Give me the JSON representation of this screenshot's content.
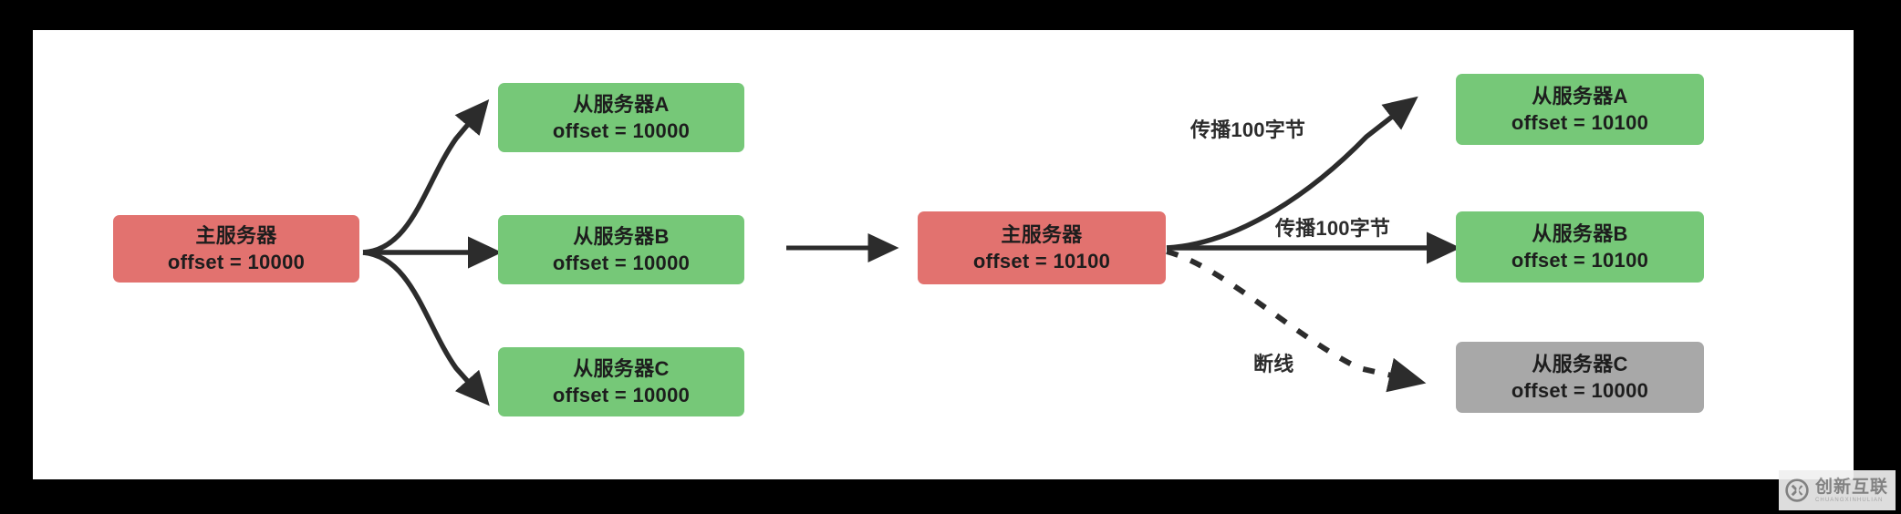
{
  "diagram": {
    "type": "replication-offset-propagation",
    "colors": {
      "master": "#e2726f",
      "replica_synced": "#76c878",
      "replica_stale": "#a8a8a8",
      "edge": "#2c2c2c",
      "canvas": "#ffffff",
      "frame": "#000000",
      "text": "#1d1d1d"
    },
    "left_stage": {
      "master": {
        "title": "主服务器",
        "offset": "offset = 10000"
      },
      "replicas": [
        {
          "title": "从服务器A",
          "offset": "offset = 10000",
          "state": "synced"
        },
        {
          "title": "从服务器B",
          "offset": "offset = 10000",
          "state": "synced"
        },
        {
          "title": "从服务器C",
          "offset": "offset = 10000",
          "state": "synced"
        }
      ]
    },
    "transition": {
      "icon": "right-arrow-icon"
    },
    "right_stage": {
      "master": {
        "title": "主服务器",
        "offset": "offset = 10100"
      },
      "replicas": [
        {
          "title": "从服务器A",
          "offset": "offset = 10100",
          "state": "synced"
        },
        {
          "title": "从服务器B",
          "offset": "offset = 10100",
          "state": "synced"
        },
        {
          "title": "从服务器C",
          "offset": "offset = 10000",
          "state": "stale"
        }
      ],
      "edge_labels": [
        {
          "text": "传播100字节",
          "style": "solid"
        },
        {
          "text": "传播100字节",
          "style": "solid"
        },
        {
          "text": "断线",
          "style": "dotted"
        }
      ]
    }
  },
  "watermark": {
    "logo": "circle-x-logo-icon",
    "name": "创新互联",
    "pinyin": "CHUANGXINHULIAN"
  }
}
